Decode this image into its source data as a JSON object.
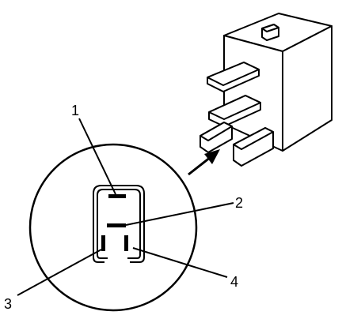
{
  "callouts": [
    "1",
    "2",
    "3",
    "4"
  ],
  "colors": {
    "stroke": "#000000",
    "fill": "#ffffff",
    "shade": "#d9d9d9"
  }
}
